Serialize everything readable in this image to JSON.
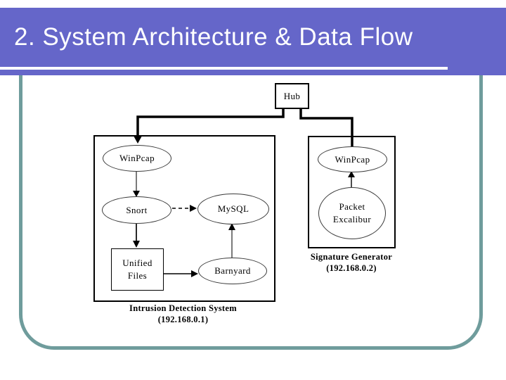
{
  "title": "2. System Architecture & Data Flow",
  "colors": {
    "banner_purple": "#6566c9",
    "frame_teal": "#6f9c9c",
    "line_black": "#000000",
    "line_gray": "#7a7a7a"
  },
  "diagram": {
    "hub_label": "Hub",
    "ids": {
      "winpcap": "WinPcap",
      "snort": "Snort",
      "mysql": "MySQL",
      "unified_line1": "Unified",
      "unified_line2": "Files",
      "barnyard": "Barnyard",
      "caption_line1": "Intrusion Detection System",
      "caption_line2": "(192.168.0.1)"
    },
    "sig": {
      "winpcap": "WinPcap",
      "packet_line1": "Packet",
      "packet_line2": "Excalibur",
      "caption_line1": "Signature Generator",
      "caption_line2": "(192.168.0.2)"
    }
  }
}
